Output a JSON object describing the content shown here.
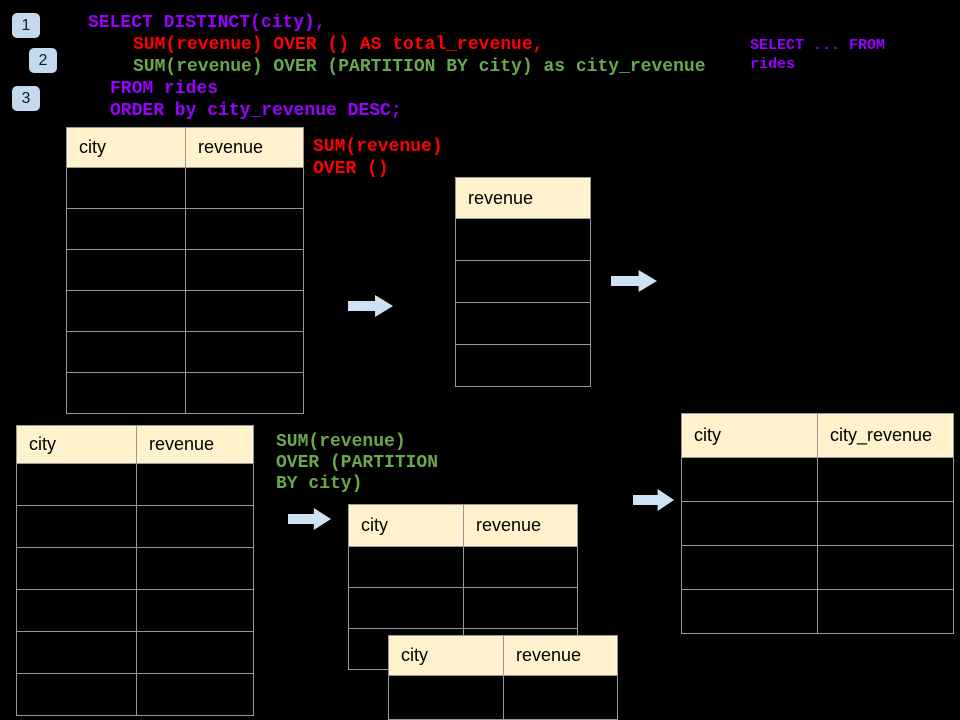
{
  "colors": {
    "background": "#000000",
    "table_header_bg": "#fff2cc",
    "table_border": "#999999",
    "arrow_fill": "#cfe2f3",
    "badge_bg": "#c2d9ee",
    "sql_purple": "#9900ff",
    "sql_red": "#ff0000",
    "sql_green": "#6aa84f"
  },
  "badges": [
    {
      "label": "1"
    },
    {
      "label": "2"
    },
    {
      "label": "3"
    }
  ],
  "sql": {
    "lines": [
      {
        "text": "SELECT DISTINCT(city),",
        "color": "purple"
      },
      {
        "text": "SUM(revenue) OVER () AS total_revenue,",
        "color": "red"
      },
      {
        "text": "SUM(revenue) OVER (PARTITION BY city) as city_revenue",
        "color": "green"
      },
      {
        "text": "FROM rides",
        "color": "purple"
      },
      {
        "text": "ORDER by city_revenue DESC;",
        "color": "purple"
      }
    ]
  },
  "side_note": {
    "lines": [
      "SELECT ... FROM",
      "rides"
    ]
  },
  "annotations": {
    "total_revenue": {
      "lines": [
        "SUM(revenue)",
        "OVER ()"
      ]
    },
    "city_revenue": {
      "lines": [
        "SUM(revenue)",
        "OVER (PARTITION",
        "BY city)"
      ]
    }
  },
  "tables": {
    "source": {
      "headers": [
        "city",
        "revenue"
      ],
      "body_rows": 6
    },
    "total_result": {
      "headers": [
        "revenue"
      ],
      "body_rows": 4
    },
    "source_partition": {
      "headers": [
        "city",
        "revenue"
      ],
      "body_rows": 6
    },
    "partition_step": {
      "headers": [
        "city",
        "revenue"
      ],
      "body_rows": 3
    },
    "partition_step_overlay": {
      "headers": [
        "city",
        "revenue"
      ],
      "body_rows": 1
    },
    "final_result": {
      "headers": [
        "city",
        "city_revenue"
      ],
      "body_rows": 4
    }
  },
  "icons": {
    "arrow": "block-arrow-right"
  }
}
